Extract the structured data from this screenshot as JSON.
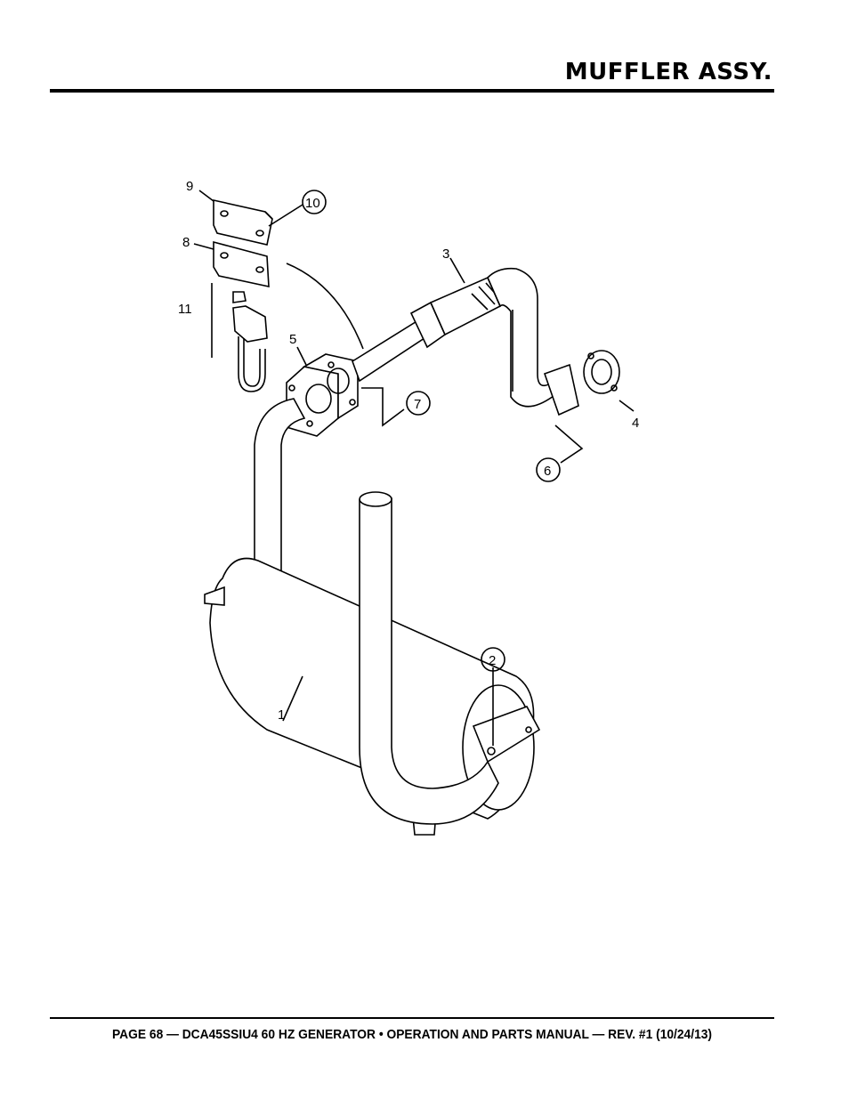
{
  "header": {
    "title": "MUFFLER ASSY."
  },
  "footer": {
    "text": "PAGE 68 — DCA45SSIU4 60 HZ GENERATOR • OPERATION AND PARTS MANUAL — REV. #1 (10/24/13)"
  },
  "diagram": {
    "callouts": [
      "9",
      "10",
      "8",
      "3",
      "11",
      "5",
      "7",
      "4",
      "6",
      "2",
      "1"
    ]
  }
}
